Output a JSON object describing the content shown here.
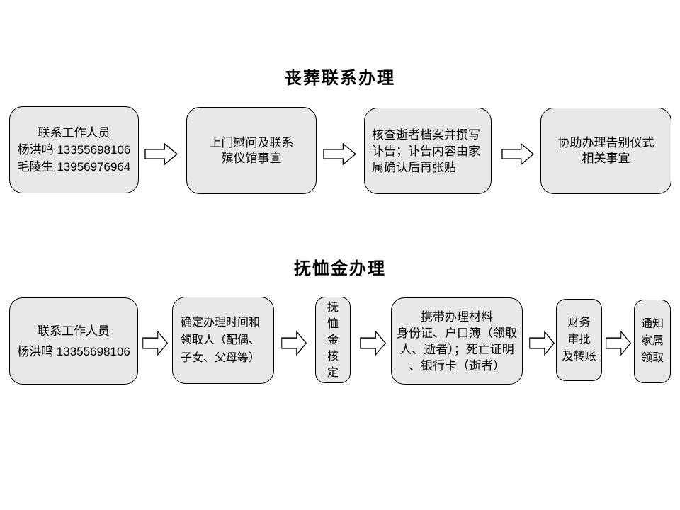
{
  "colors": {
    "background": "#ffffff",
    "box_fill": "#e8e8e8",
    "box_border": "#000000",
    "arrow_fill": "#ffffff",
    "arrow_border": "#000000",
    "text": "#000000"
  },
  "funeral": {
    "title": "丧葬联系办理",
    "steps": [
      {
        "lines": [
          "联系工作人员",
          "杨洪鸣 13355698106",
          "毛陵生 13956976964"
        ]
      },
      {
        "lines": [
          "上门慰问及联系",
          "殡仪馆事宜"
        ]
      },
      {
        "lines": [
          "核查逝者档案并撰写",
          "讣告；讣告内容由家",
          "属确认后再张贴"
        ]
      },
      {
        "lines": [
          "协助办理告别仪式",
          "相关事宜"
        ]
      }
    ]
  },
  "pension": {
    "title": "抚恤金办理",
    "steps": [
      {
        "lines": [
          "联系工作人员",
          "杨洪鸣 13355698106"
        ]
      },
      {
        "lines": [
          "确定办理时间和",
          "领取人（配偶、",
          "子女、父母等）"
        ]
      },
      {
        "lines": [
          "抚",
          "恤",
          "金",
          "核",
          "定"
        ]
      },
      {
        "lines": [
          "携带办理材料",
          "身份证、户口簿（领取",
          "人、逝者）；死亡证明",
          "、银行卡（逝者）"
        ]
      },
      {
        "lines": [
          "财务",
          "审批",
          "及转账"
        ]
      },
      {
        "lines": [
          "通知",
          "家属",
          "领取"
        ]
      }
    ]
  }
}
